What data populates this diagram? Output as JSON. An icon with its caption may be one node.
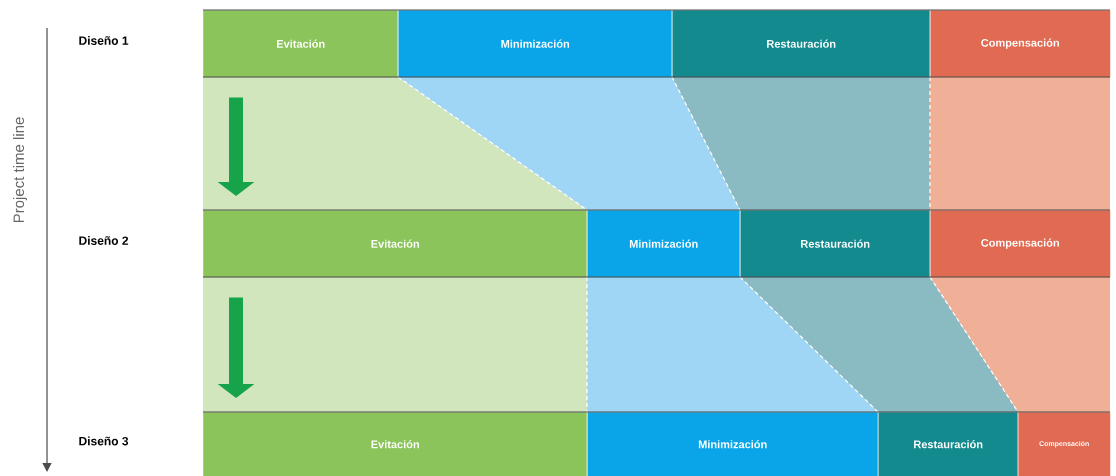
{
  "diagram": {
    "nodes": [
      {
        "text": [
          "Evitación"
        ]
      },
      {
        "text": [
          "Minimización"
        ]
      },
      {
        "text": [
          "Restauración"
        ]
      },
      {
        "text": [
          "Compensación"
        ]
      },
      {
        "text": [
          "Evitación"
        ]
      },
      {
        "text": [
          "Minimización"
        ]
      },
      {
        "text": [
          "Restauración"
        ]
      },
      {
        "text": [
          "Compensación"
        ]
      },
      {
        "text": [
          "Evitación"
        ]
      },
      {
        "text": [
          "Minimización"
        ]
      },
      {
        "text": [
          "Restauración"
        ]
      },
      {
        "text": [
          "Compensación"
        ]
      }
    ],
    "edges": [
      {
        "from": 0,
        "to": 4,
        "arrow": "to"
      },
      {
        "from": 4,
        "to": 8,
        "arrow": "to"
      }
    ],
    "labels": [
      "Project time line",
      "Diseño 1",
      "Diseño 2",
      "Diseño 3"
    ]
  }
}
